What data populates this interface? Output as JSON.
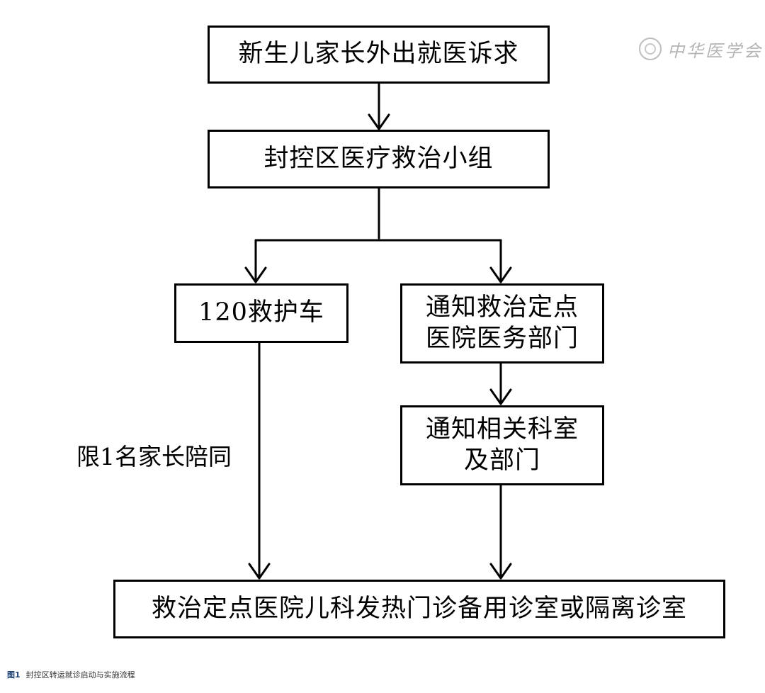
{
  "nodes": {
    "request": "新生儿家长外出就医诉求",
    "team": "封控区医疗救治小组",
    "ambulance": "120救护车",
    "notify_hospital_line1": "通知救治定点",
    "notify_hospital_line2": "医院医务部门",
    "notify_dept_line1": "通知相关科室",
    "notify_dept_line2": "及部门",
    "destination": "救治定点医院儿科发热门诊备用诊室或隔离诊室"
  },
  "edge_label": "限1名家长陪同",
  "watermark": "中华医学会",
  "caption": {
    "number": "图1",
    "text": "封控区转运就诊启动与实施流程"
  }
}
